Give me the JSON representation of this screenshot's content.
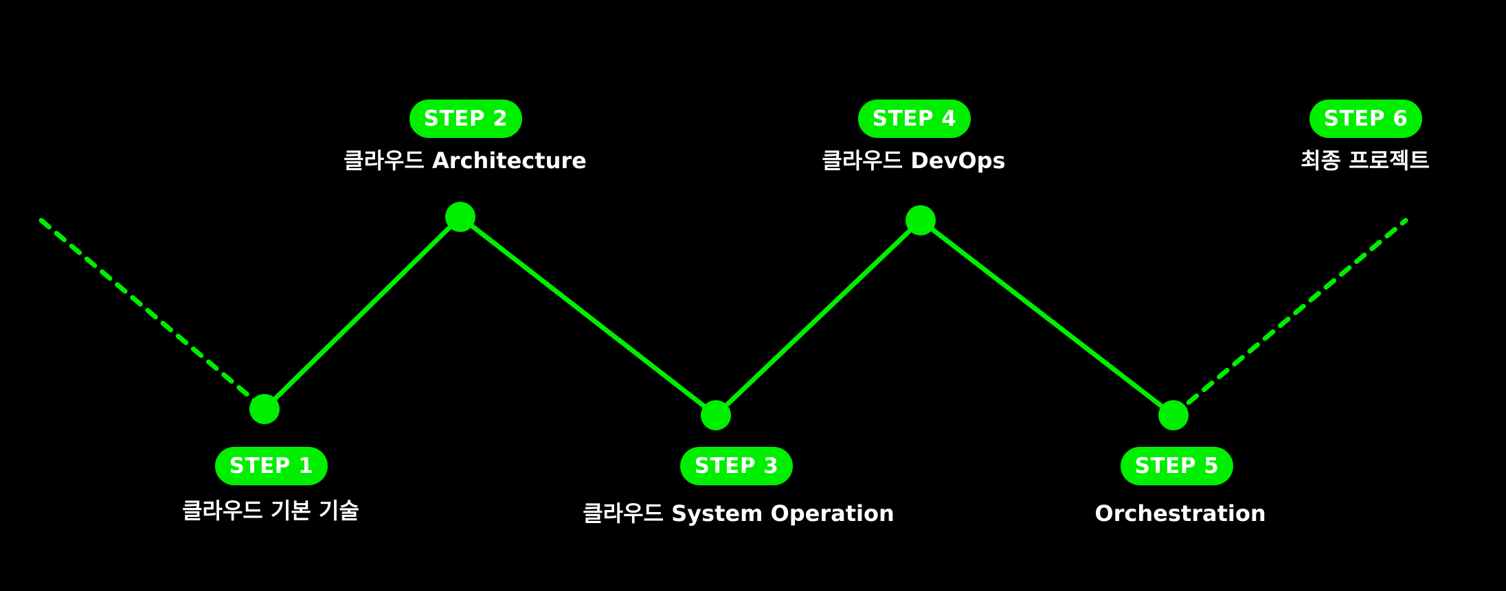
{
  "colors": {
    "background": "#000000",
    "accent": "#00ee00",
    "text": "#ffffff"
  },
  "steps": [
    {
      "badge": "STEP 1",
      "title": "클라우드 기본 기술"
    },
    {
      "badge": "STEP 2",
      "title": "클라우드 Architecture"
    },
    {
      "badge": "STEP 3",
      "title": "클라우드 System Operation"
    },
    {
      "badge": "STEP 4",
      "title": "클라우드 DevOps"
    },
    {
      "badge": "STEP 5",
      "title": "Orchestration"
    },
    {
      "badge": "STEP 6",
      "title": "최종 프로젝트"
    }
  ]
}
